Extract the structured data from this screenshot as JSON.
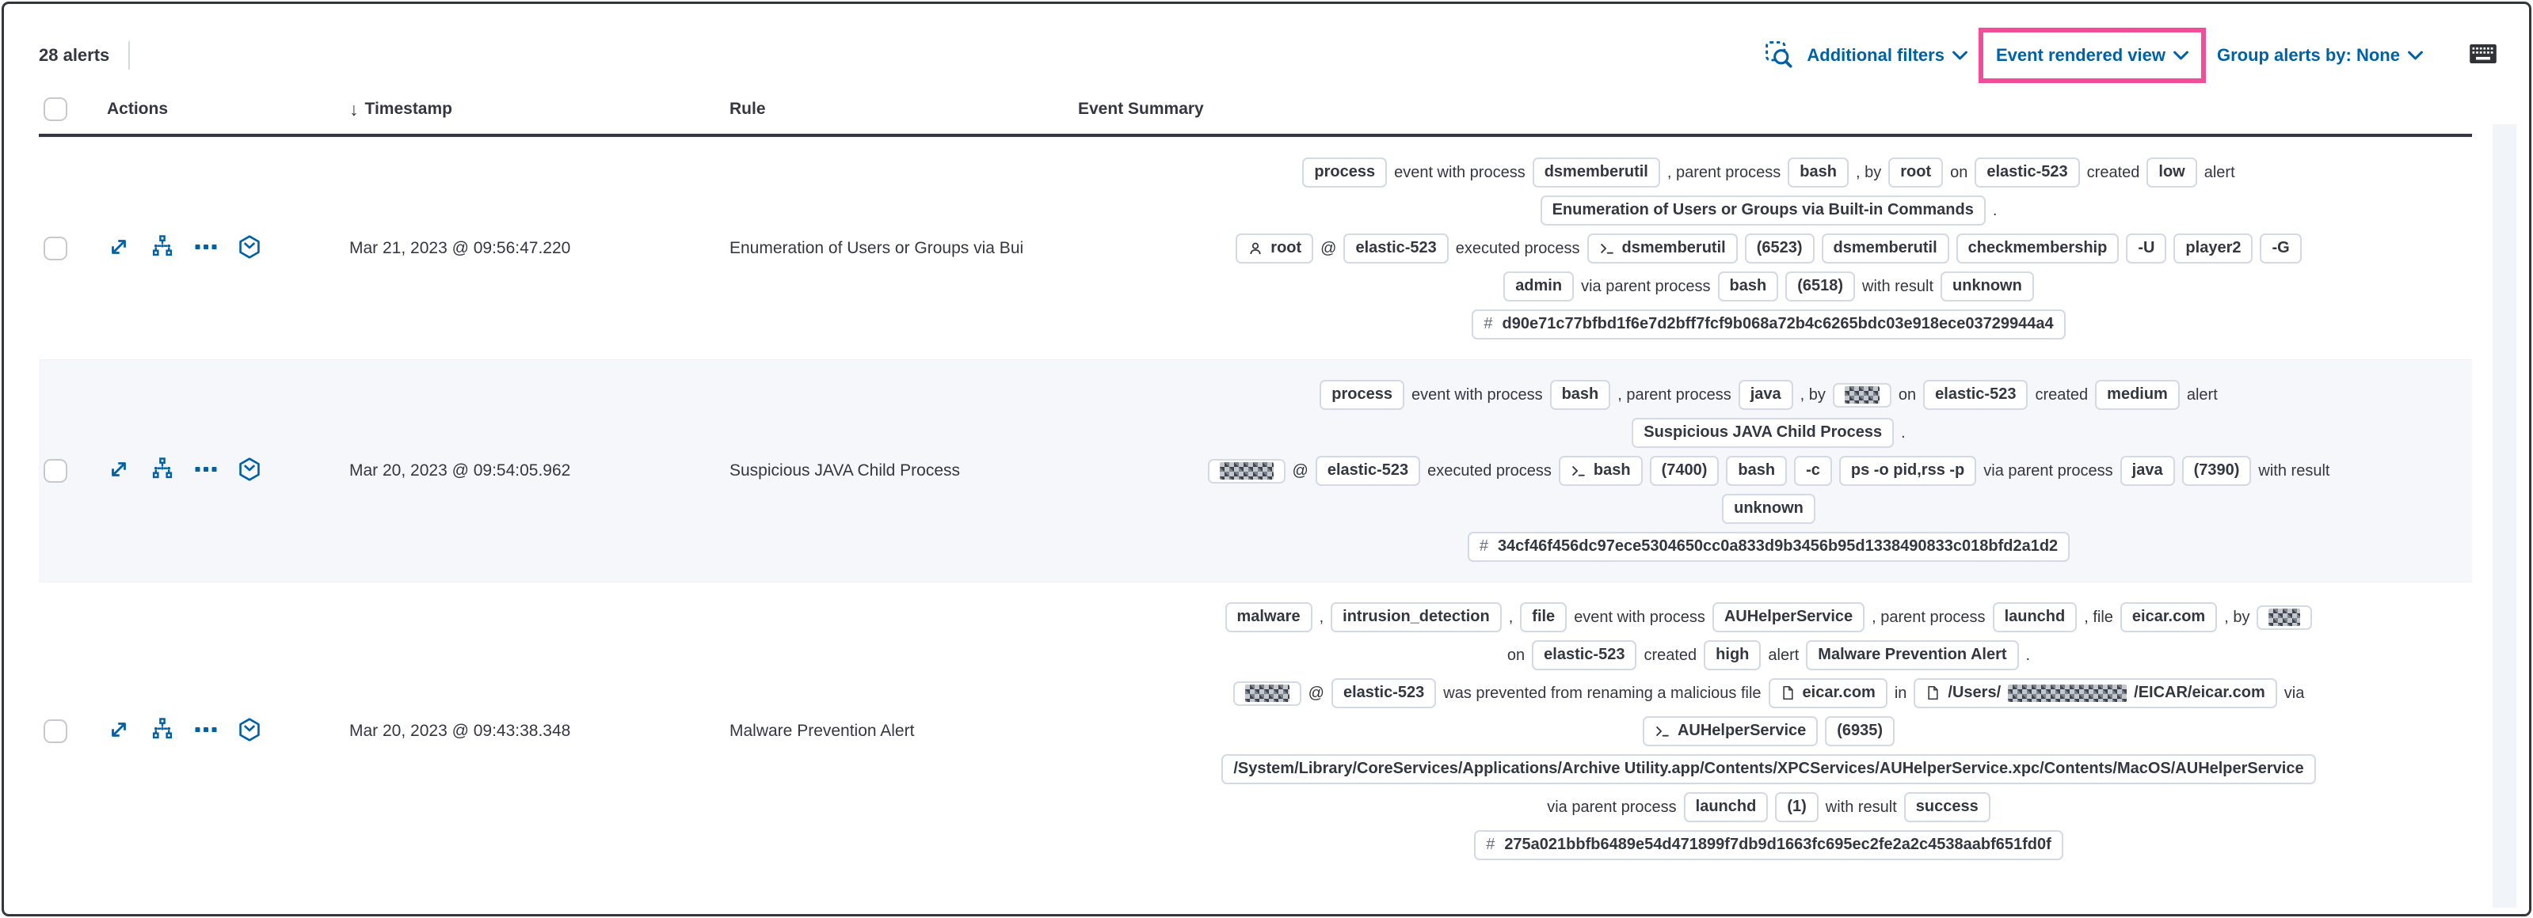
{
  "toolbar": {
    "alert_count": "28 alerts",
    "additional_filters_label": "Additional filters",
    "view_selector_label": "Event rendered view",
    "group_alerts_label": "Group alerts by: None"
  },
  "colors": {
    "accent_pink": "#f04e98",
    "link_blue": "#0061a6",
    "text_dark": "#343741",
    "badge_border": "#d3dae6",
    "alt_row_bg": "#f5f7fa"
  },
  "table": {
    "sort_icon": "↓",
    "headers": {
      "actions": "Actions",
      "timestamp": "Timestamp",
      "rule": "Rule",
      "event_summary": "Event Summary"
    },
    "rows": [
      {
        "timestamp": "Mar 21, 2023 @ 09:56:47.220",
        "rule": "Enumeration of Users or Groups via Bui",
        "summary": [
          [
            {
              "badge": {
                "parts": [
                  {
                    "text": "process"
                  }
                ]
              }
            },
            {
              "text": "event with process"
            },
            {
              "badge": {
                "parts": [
                  {
                    "text": "dsmemberutil"
                  }
                ]
              }
            },
            {
              "text": ", parent process"
            },
            {
              "badge": {
                "parts": [
                  {
                    "text": "bash"
                  }
                ]
              }
            },
            {
              "text": ", by"
            },
            {
              "badge": {
                "parts": [
                  {
                    "text": "root"
                  }
                ]
              }
            },
            {
              "text": "on"
            },
            {
              "badge": {
                "parts": [
                  {
                    "text": "elastic-523"
                  }
                ]
              }
            },
            {
              "text": "created"
            },
            {
              "badge": {
                "parts": [
                  {
                    "text": "low"
                  }
                ]
              }
            },
            {
              "text": "alert"
            }
          ],
          [
            {
              "badge": {
                "parts": [
                  {
                    "text": "Enumeration of Users or Groups via Built-in Commands"
                  }
                ]
              }
            },
            {
              "text": "."
            }
          ],
          [
            {
              "badge": {
                "icon": "user",
                "parts": [
                  {
                    "text": "root"
                  }
                ]
              }
            },
            {
              "text": "@"
            },
            {
              "badge": {
                "parts": [
                  {
                    "text": "elastic-523"
                  }
                ]
              }
            },
            {
              "text": "executed process"
            },
            {
              "badge": {
                "icon": "terminal",
                "parts": [
                  {
                    "text": "dsmemberutil"
                  }
                ]
              }
            },
            {
              "badge": {
                "parts": [
                  {
                    "text": "(6523)"
                  }
                ]
              }
            },
            {
              "badge": {
                "parts": [
                  {
                    "text": "dsmemberutil"
                  }
                ]
              }
            },
            {
              "badge": {
                "parts": [
                  {
                    "text": "checkmembership"
                  }
                ]
              }
            },
            {
              "badge": {
                "parts": [
                  {
                    "text": "-U"
                  }
                ]
              }
            },
            {
              "badge": {
                "parts": [
                  {
                    "text": "player2"
                  }
                ]
              }
            },
            {
              "badge": {
                "parts": [
                  {
                    "text": "-G"
                  }
                ]
              }
            }
          ],
          [
            {
              "badge": {
                "parts": [
                  {
                    "text": "admin"
                  }
                ]
              }
            },
            {
              "text": "via parent process"
            },
            {
              "badge": {
                "parts": [
                  {
                    "text": "bash"
                  }
                ]
              }
            },
            {
              "badge": {
                "parts": [
                  {
                    "text": "(6518)"
                  }
                ]
              }
            },
            {
              "text": "with result"
            },
            {
              "badge": {
                "parts": [
                  {
                    "text": "unknown"
                  }
                ]
              }
            }
          ],
          [
            {
              "badge": {
                "icon": "hash",
                "parts": [
                  {
                    "text": "d90e71c77bfbd1f6e7d2bff7fcf9b068a72b4c6265bdc03e918ece03729944a4"
                  }
                ]
              }
            }
          ]
        ]
      },
      {
        "timestamp": "Mar 20, 2023 @ 09:54:05.962",
        "rule": "Suspicious JAVA Child Process",
        "alt": true,
        "summary": [
          [
            {
              "badge": {
                "parts": [
                  {
                    "text": "process"
                  }
                ]
              }
            },
            {
              "text": "event with process"
            },
            {
              "badge": {
                "parts": [
                  {
                    "text": "bash"
                  }
                ]
              }
            },
            {
              "text": ", parent process"
            },
            {
              "badge": {
                "parts": [
                  {
                    "text": "java"
                  }
                ]
              }
            },
            {
              "text": ", by"
            },
            {
              "badge": {
                "parts": [
                  {
                    "pixel": 44
                  }
                ]
              }
            },
            {
              "text": "on"
            },
            {
              "badge": {
                "parts": [
                  {
                    "text": "elastic-523"
                  }
                ]
              }
            },
            {
              "text": "created"
            },
            {
              "badge": {
                "parts": [
                  {
                    "text": "medium"
                  }
                ]
              }
            },
            {
              "text": "alert"
            }
          ],
          [
            {
              "badge": {
                "parts": [
                  {
                    "text": "Suspicious JAVA Child Process"
                  }
                ]
              }
            },
            {
              "text": "."
            }
          ],
          [
            {
              "badge": {
                "parts": [
                  {
                    "pixel": 68
                  }
                ]
              }
            },
            {
              "text": "@"
            },
            {
              "badge": {
                "parts": [
                  {
                    "text": "elastic-523"
                  }
                ]
              }
            },
            {
              "text": "executed process"
            },
            {
              "badge": {
                "icon": "terminal",
                "parts": [
                  {
                    "text": "bash"
                  }
                ]
              }
            },
            {
              "badge": {
                "parts": [
                  {
                    "text": "(7400)"
                  }
                ]
              }
            },
            {
              "badge": {
                "parts": [
                  {
                    "text": "bash"
                  }
                ]
              }
            },
            {
              "badge": {
                "parts": [
                  {
                    "text": "-c"
                  }
                ]
              }
            },
            {
              "badge": {
                "parts": [
                  {
                    "text": "ps -o pid,rss -p"
                  }
                ]
              }
            },
            {
              "text": "via parent process"
            },
            {
              "badge": {
                "parts": [
                  {
                    "text": "java"
                  }
                ]
              }
            },
            {
              "badge": {
                "parts": [
                  {
                    "text": "(7390)"
                  }
                ]
              }
            },
            {
              "text": "with result"
            }
          ],
          [
            {
              "badge": {
                "parts": [
                  {
                    "text": "unknown"
                  }
                ]
              }
            }
          ],
          [
            {
              "badge": {
                "icon": "hash",
                "parts": [
                  {
                    "text": "34cf46f456dc97ece5304650cc0a833d9b3456b95d1338490833c018bfd2a1d2"
                  }
                ]
              }
            }
          ]
        ]
      },
      {
        "timestamp": "Mar 20, 2023 @ 09:43:38.348",
        "rule": "Malware Prevention Alert",
        "summary": [
          [
            {
              "badge": {
                "parts": [
                  {
                    "text": "malware"
                  }
                ]
              }
            },
            {
              "text": ","
            },
            {
              "badge": {
                "parts": [
                  {
                    "text": "intrusion_detection"
                  }
                ]
              }
            },
            {
              "text": ","
            },
            {
              "badge": {
                "parts": [
                  {
                    "text": "file"
                  }
                ]
              }
            },
            {
              "text": "event with process"
            },
            {
              "badge": {
                "parts": [
                  {
                    "text": "AUHelperService"
                  }
                ]
              }
            },
            {
              "text": ", parent process"
            },
            {
              "badge": {
                "parts": [
                  {
                    "text": "launchd"
                  }
                ]
              }
            },
            {
              "text": ", file"
            },
            {
              "badge": {
                "parts": [
                  {
                    "text": "eicar.com"
                  }
                ]
              }
            },
            {
              "text": ", by"
            },
            {
              "badge": {
                "parts": [
                  {
                    "pixel": 40
                  }
                ]
              }
            }
          ],
          [
            {
              "text": "on"
            },
            {
              "badge": {
                "parts": [
                  {
                    "text": "elastic-523"
                  }
                ]
              }
            },
            {
              "text": "created"
            },
            {
              "badge": {
                "parts": [
                  {
                    "text": "high"
                  }
                ]
              }
            },
            {
              "text": "alert"
            },
            {
              "badge": {
                "parts": [
                  {
                    "text": "Malware Prevention Alert"
                  }
                ]
              }
            },
            {
              "text": "."
            }
          ],
          [
            {
              "badge": {
                "parts": [
                  {
                    "pixel": 56
                  }
                ]
              }
            },
            {
              "text": "@"
            },
            {
              "badge": {
                "parts": [
                  {
                    "text": "elastic-523"
                  }
                ]
              }
            },
            {
              "text": "was prevented from renaming a malicious file"
            },
            {
              "badge": {
                "icon": "document",
                "parts": [
                  {
                    "text": "eicar.com"
                  }
                ]
              }
            },
            {
              "text": "in"
            },
            {
              "badge": {
                "icon": "document",
                "parts": [
                  {
                    "text": "/Users/"
                  },
                  {
                    "pixel": 150
                  },
                  {
                    "text": "/EICAR/eicar.com"
                  }
                ]
              }
            },
            {
              "text": "via"
            }
          ],
          [
            {
              "badge": {
                "icon": "terminal",
                "parts": [
                  {
                    "text": "AUHelperService"
                  }
                ]
              }
            },
            {
              "badge": {
                "parts": [
                  {
                    "text": "(6935)"
                  }
                ]
              }
            }
          ],
          [
            {
              "badge": {
                "parts": [
                  {
                    "text": "/System/Library/CoreServices/Applications/Archive Utility.app/Contents/XPCServices/AUHelperService.xpc/Contents/MacOS/AUHelperService"
                  }
                ]
              }
            }
          ],
          [
            {
              "text": "via parent process"
            },
            {
              "badge": {
                "parts": [
                  {
                    "text": "launchd"
                  }
                ]
              }
            },
            {
              "badge": {
                "parts": [
                  {
                    "text": "(1)"
                  }
                ]
              }
            },
            {
              "text": "with result"
            },
            {
              "badge": {
                "parts": [
                  {
                    "text": "success"
                  }
                ]
              }
            }
          ],
          [
            {
              "badge": {
                "icon": "hash",
                "parts": [
                  {
                    "text": "275a021bbfb6489e54d471899f7db9d1663fc695ec2fe2a2c4538aabf651fd0f"
                  }
                ]
              }
            }
          ]
        ]
      }
    ]
  }
}
